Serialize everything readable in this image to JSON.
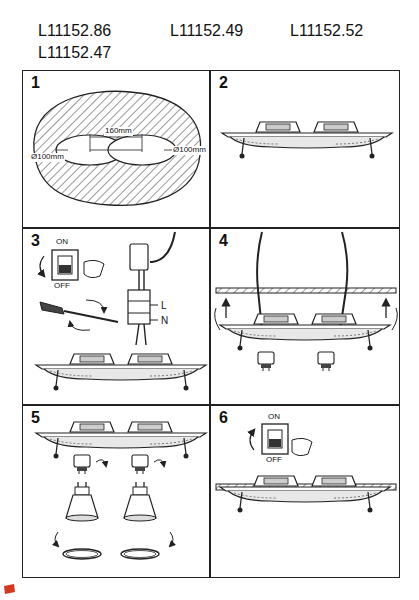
{
  "diagram": {
    "nodes": [
      {
        "text": [
          "1"
        ]
      },
      {
        "text": [
          "2"
        ]
      },
      {
        "text": [
          "3"
        ]
      },
      {
        "text": [
          "4"
        ]
      },
      {
        "text": [
          "5"
        ]
      },
      {
        "text": [
          "6"
        ]
      }
    ],
    "labels": [
      "L11152.86",
      "L11152.49",
      "L11152.52",
      "L11152.47",
      "160mm",
      "Ø100mm",
      "Ø100mm",
      "ON",
      "OFF",
      "L",
      "N",
      "ON",
      "OFF"
    ]
  }
}
